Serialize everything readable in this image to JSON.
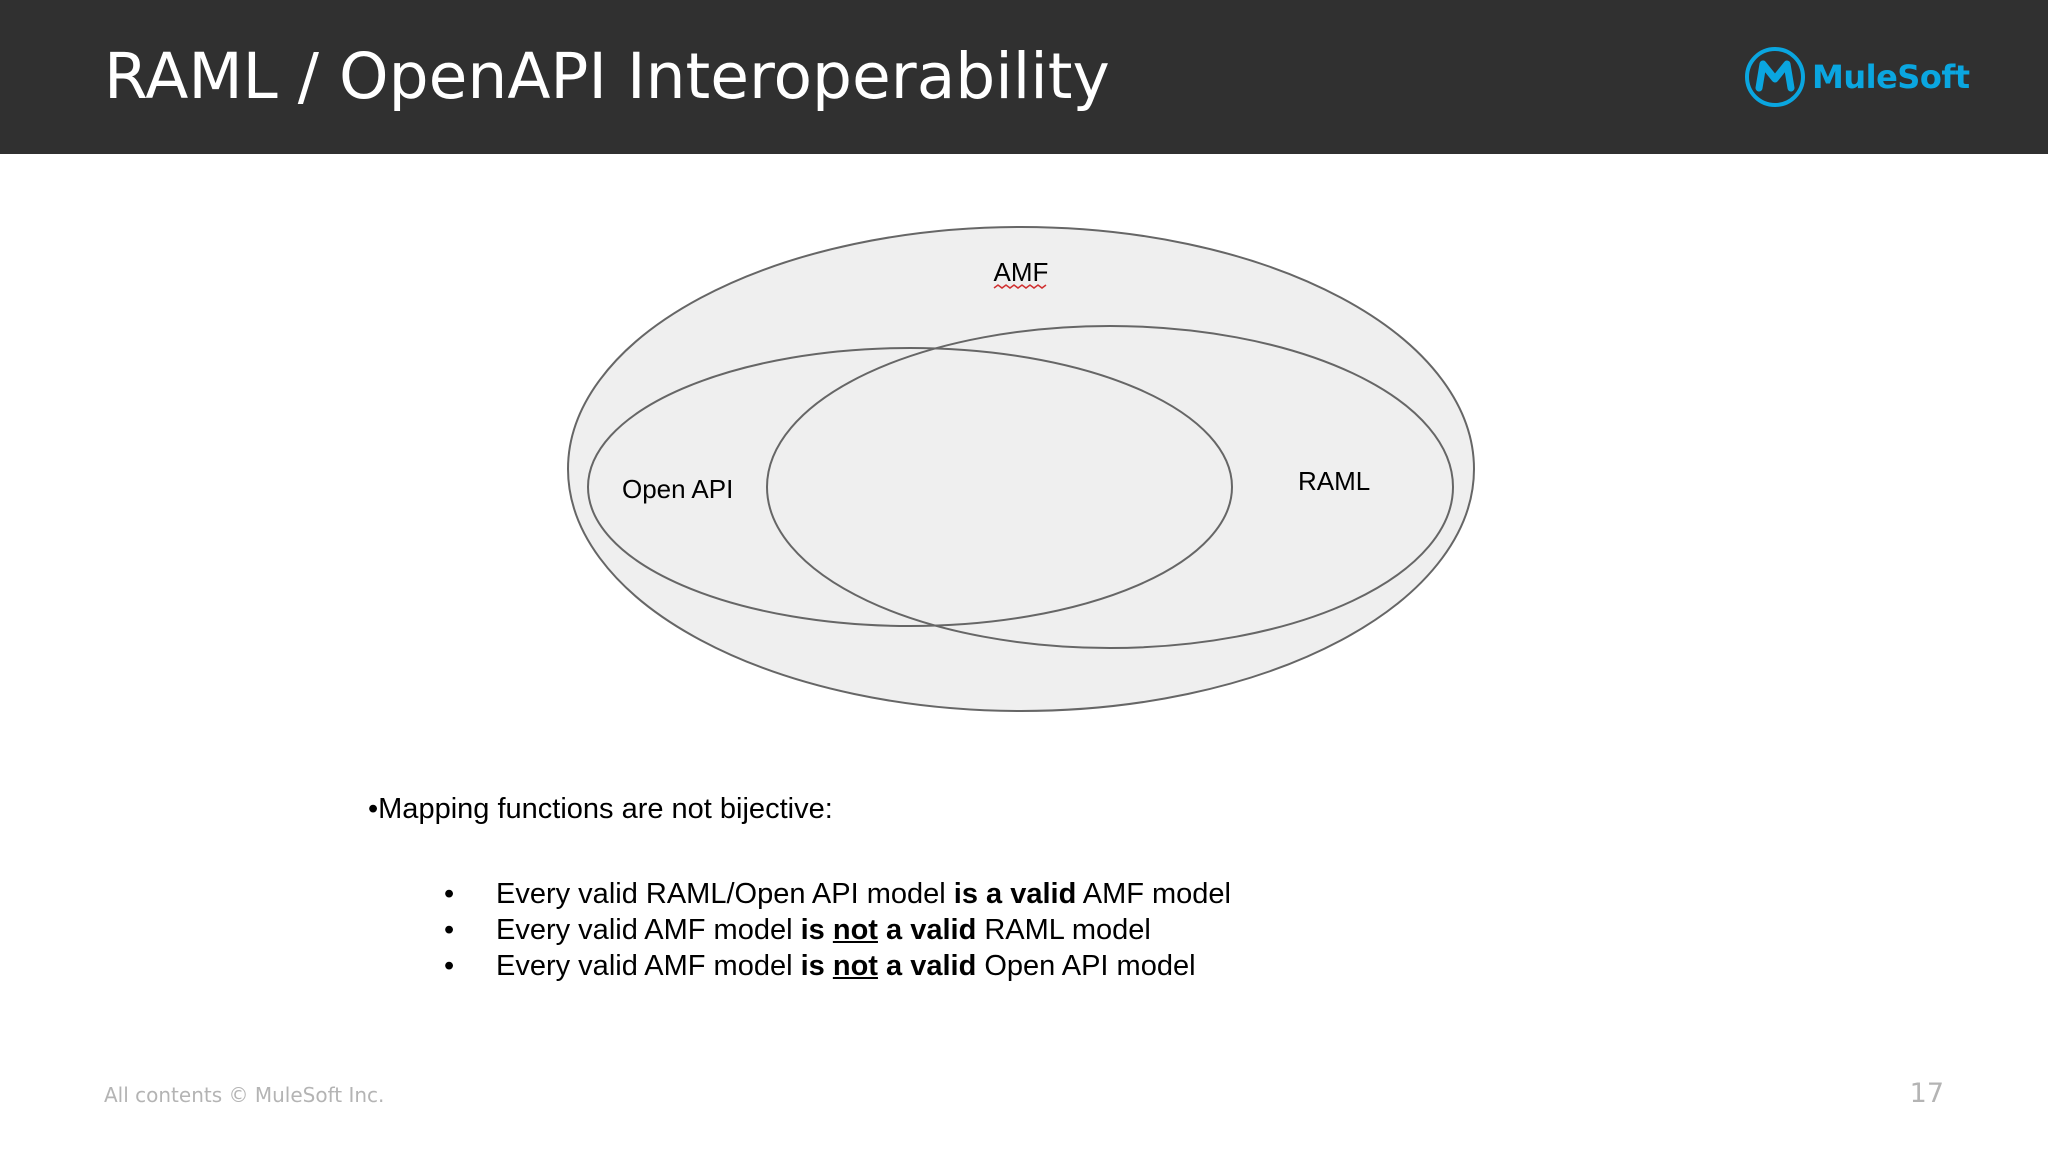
{
  "header": {
    "title": "RAML / OpenAPI Interoperability",
    "logo_text": "MuleSoft",
    "logo_icon": "mulesoft-m-icon",
    "background_color": "#303030",
    "brand_color": "#0AA6E0"
  },
  "diagram": {
    "outer_label": "AMF",
    "left_label": "Open API",
    "right_label": "RAML",
    "fill_color": "#efefef",
    "stroke_color": "#666666"
  },
  "content": {
    "intro": "•Mapping functions are not bijective:",
    "bullets": [
      {
        "mark": "•",
        "before": "Every valid RAML/Open API model ",
        "bold1": "is a valid",
        "after": " AMF model"
      },
      {
        "mark": "•",
        "before": "Every valid AMF model ",
        "bold_is": "is ",
        "bold_not": "not",
        "bold_valid": " a valid",
        "after": " RAML model"
      },
      {
        "mark": "•",
        "before": "Every valid AMF model ",
        "bold_is": "is ",
        "bold_not": "not",
        "bold_valid": " a valid",
        "after": " Open API model"
      }
    ]
  },
  "footer": {
    "copyright": "All contents © MuleSoft Inc.",
    "page_number": "17"
  }
}
